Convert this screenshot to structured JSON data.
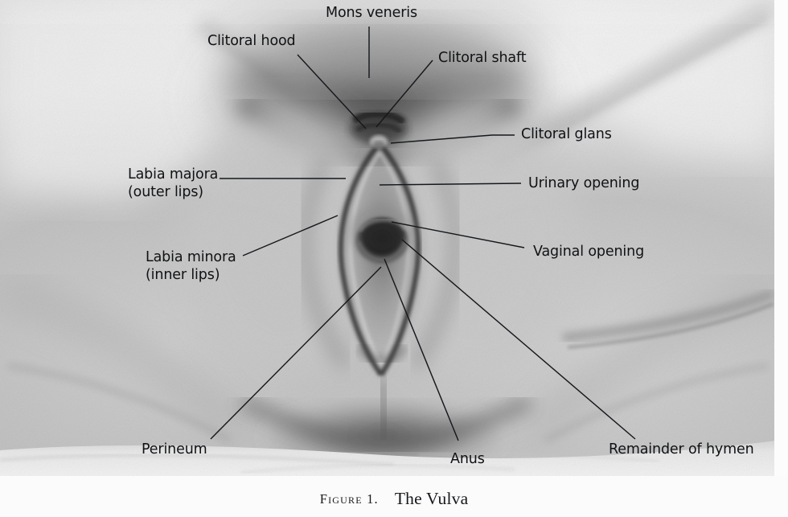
{
  "figure": {
    "caption_prefix": "FIGURE 1.",
    "caption_title": "The Vulva",
    "plate_kind": "anatomical-photograph",
    "colors": {
      "ink": "#101215",
      "leader_line": "#15181c",
      "paper": "#fbfbfb",
      "plate_base": "#bdbdbd",
      "shadow_deep": "#1d1d1d"
    }
  },
  "labels": [
    {
      "id": "mons-veneris",
      "text": "Mons veneris",
      "sub": ""
    },
    {
      "id": "clitoral-hood",
      "text": "Clitoral hood",
      "sub": ""
    },
    {
      "id": "clitoral-shaft",
      "text": "Clitoral shaft",
      "sub": ""
    },
    {
      "id": "clitoral-glans",
      "text": "Clitoral glans",
      "sub": ""
    },
    {
      "id": "urinary-opening",
      "text": "Urinary opening",
      "sub": ""
    },
    {
      "id": "vaginal-opening",
      "text": "Vaginal opening",
      "sub": ""
    },
    {
      "id": "labia-majora",
      "text": "Labia majora",
      "sub": "(outer lips)"
    },
    {
      "id": "labia-minora",
      "text": "Labia minora",
      "sub": "(inner lips)"
    },
    {
      "id": "perineum",
      "text": "Perineum",
      "sub": ""
    },
    {
      "id": "anus",
      "text": "Anus",
      "sub": ""
    },
    {
      "id": "remainder-of-hymen",
      "text": "Remainder of hymen",
      "sub": ""
    }
  ]
}
